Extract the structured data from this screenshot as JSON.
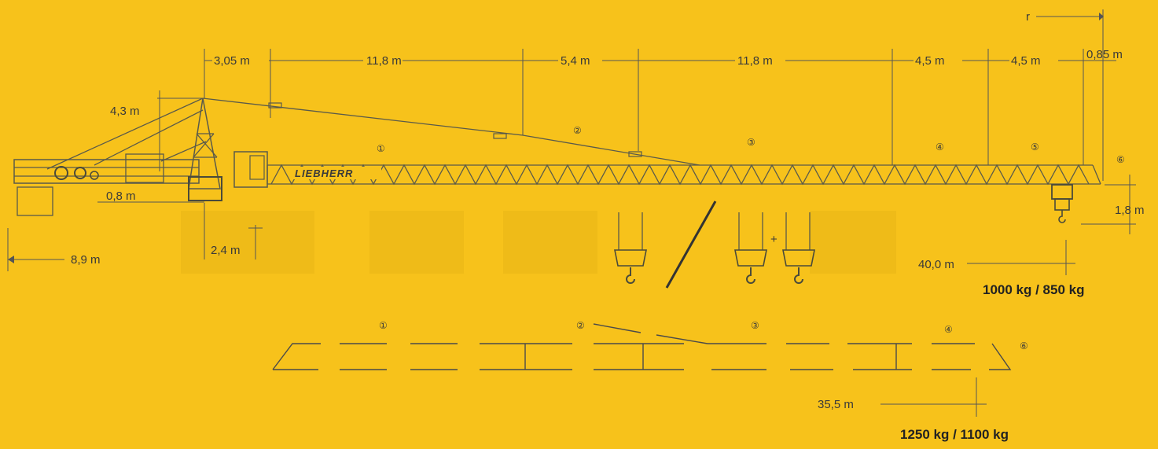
{
  "brand": "LIEBHERR",
  "radius_symbol": "r",
  "top_dimensions": [
    "3,05 m",
    "11,8 m",
    "5,4 m",
    "11,8 m",
    "4,5 m",
    "4,5 m",
    "0,85 m"
  ],
  "side_dimensions": {
    "tower_head_height": "4,3 m",
    "counter_jib_offset": "0,8 m",
    "slewing_height": "2,4 m",
    "counter_jib_radius": "8,9 m",
    "hook_drop": "1,8 m"
  },
  "section_labels": [
    "①",
    "②",
    "③",
    "④",
    "⑤",
    "⑥"
  ],
  "config_top": {
    "radius": "40,0 m",
    "capacity": "1000 kg / 850 kg"
  },
  "config_bottom": {
    "section_labels": [
      "①",
      "②",
      "③",
      "④",
      "⑥"
    ],
    "radius": "35,5 m",
    "capacity": "1250 kg / 1100 kg"
  },
  "hook_separator": "/",
  "hook_plus": "+"
}
